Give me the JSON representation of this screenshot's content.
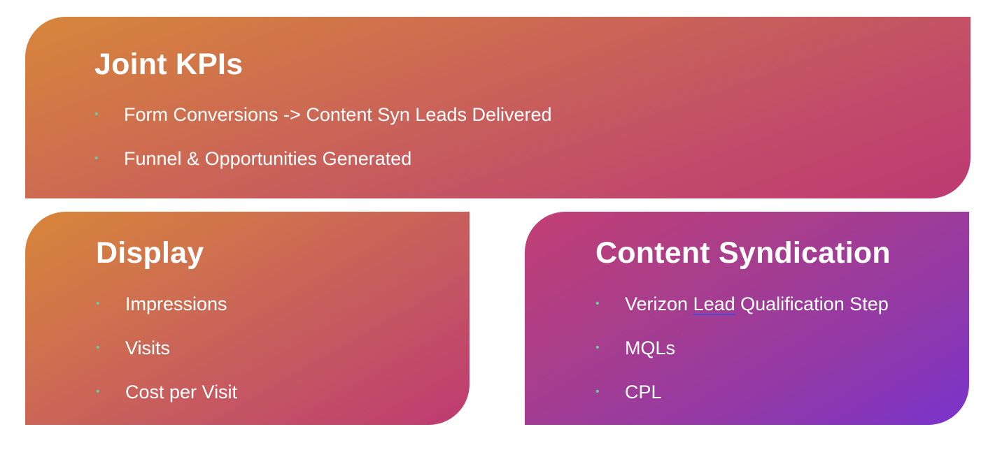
{
  "joint_kpis": {
    "title": "Joint KPIs",
    "items": [
      "Form Conversions -> Content Syn Leads Delivered",
      "Funnel & Opportunities Generated"
    ]
  },
  "display": {
    "title": "Display",
    "items": [
      "Impressions",
      "Visits",
      "Cost per Visit"
    ]
  },
  "content_syndication": {
    "title": "Content Syndication",
    "items": [
      {
        "before": "Verizon ",
        "underlined": "Lead",
        "after": " Qualification Step"
      },
      "MQLs",
      "CPL"
    ]
  },
  "bullet_symbol": "•",
  "colors": {
    "orange": "#d8863a",
    "pink": "#be3a72",
    "purple": "#7a33cc",
    "bullet": "#6fc79a",
    "text": "#ffffff"
  }
}
